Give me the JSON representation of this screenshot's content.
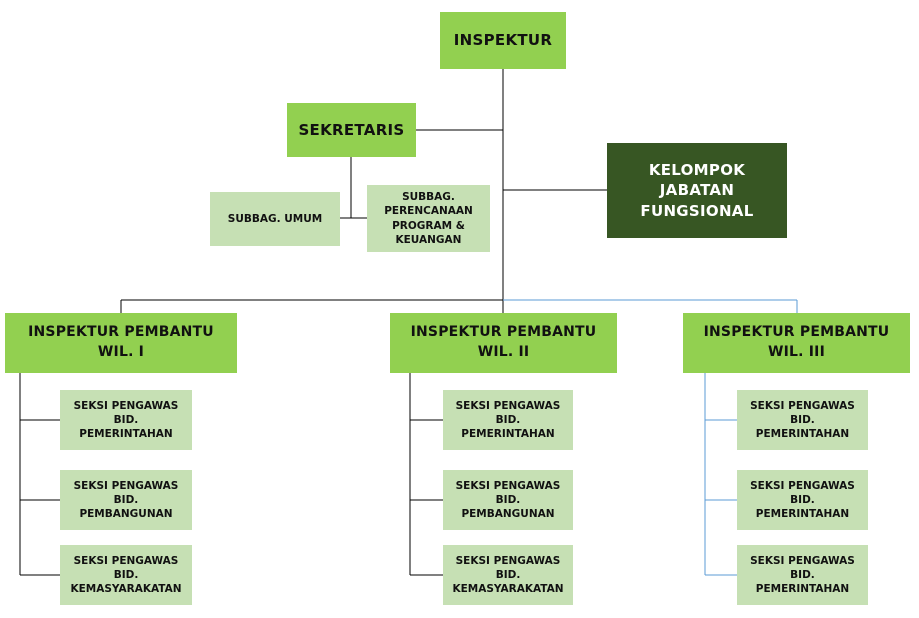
{
  "boxes": {
    "inspektur": "INSPEKTUR",
    "sekretaris": "SEKRETARIS",
    "subbag_umum": "SUBBAG. UMUM",
    "subbag_perencanaan": "SUBBAG.\nPERENCANAAN\nPROGRAM &\nKEUANGAN",
    "kelompok_jabatan_fungsional": "KELOMPOK\nJABATAN\nFUNGSIONAL"
  },
  "columns": [
    {
      "header": "INSPEKTUR PEMBANTU\nWIL. I",
      "items": [
        "SEKSI PENGAWAS\nBID.\nPEMERINTAHAN",
        "SEKSI PENGAWAS\nBID.\nPEMBANGUNAN",
        "SEKSI PENGAWAS\nBID.\nKEMASYARAKATAN"
      ]
    },
    {
      "header": "INSPEKTUR PEMBANTU\nWIL. II",
      "items": [
        "SEKSI PENGAWAS\nBID.\nPEMERINTAHAN",
        "SEKSI PENGAWAS\nBID.\nPEMBANGUNAN",
        "SEKSI PENGAWAS\nBID.\nKEMASYARAKATAN"
      ]
    },
    {
      "header": "INSPEKTUR PEMBANTU\nWIL. III",
      "items": [
        "SEKSI PENGAWAS\nBID.\nPEMERINTAHAN",
        "SEKSI PENGAWAS\nBID.\nPEMERINTAHAN",
        "SEKSI PENGAWAS\nBID.\nPEMERINTAHAN"
      ]
    }
  ],
  "colors": {
    "primary_green": "#92d050",
    "light_green": "#c6e0b4",
    "dark_green": "#375623",
    "connector_black": "#000000",
    "connector_blue": "#5b9bd5"
  }
}
